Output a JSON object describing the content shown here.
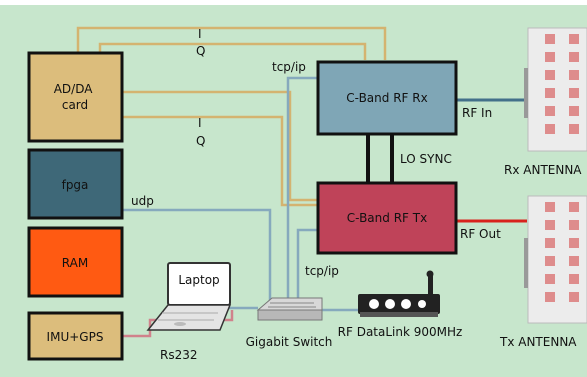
{
  "colors": {
    "background": "#c7e6cc",
    "adda_card": "#dcbd7c",
    "fpga": "#3e6878",
    "ram": "#ff5a12",
    "imu_gps": "#dcbd7c",
    "rf_rx": "#7fa6b6",
    "rf_tx": "#bf4359",
    "iq_wire": "#d4b370",
    "ethernet_wire": "#86a9bd",
    "serial_wire": "#d0818b",
    "rf_out_wire": "#d8221c",
    "rf_in_wire": "#43708a",
    "antenna_patch": "#de8c8c"
  },
  "blocks": {
    "adda_card": "AD/DA\ncard",
    "fpga": "fpga",
    "ram": "RAM",
    "imu_gps": "IMU+GPS",
    "rf_rx": "C-Band RF Rx",
    "rf_tx": "C-Band RF Tx"
  },
  "devices": {
    "laptop": "Laptop",
    "gigabit_switch": "Gigabit Switch",
    "rf_datalink": "RF DataLink 900MHz",
    "rx_antenna": "Rx ANTENNA",
    "tx_antenna": "Tx ANTENNA"
  },
  "connections": {
    "i_top": "I",
    "q_top": "Q",
    "i_mid": "I",
    "q_mid": "Q",
    "tcpip_top": "tcp/ip",
    "tcpip_bottom": "tcp/ip",
    "udp": "udp",
    "lo_sync": "LO SYNC",
    "rf_in": "RF In",
    "rf_out": "RF Out",
    "rs232": "Rs232"
  }
}
